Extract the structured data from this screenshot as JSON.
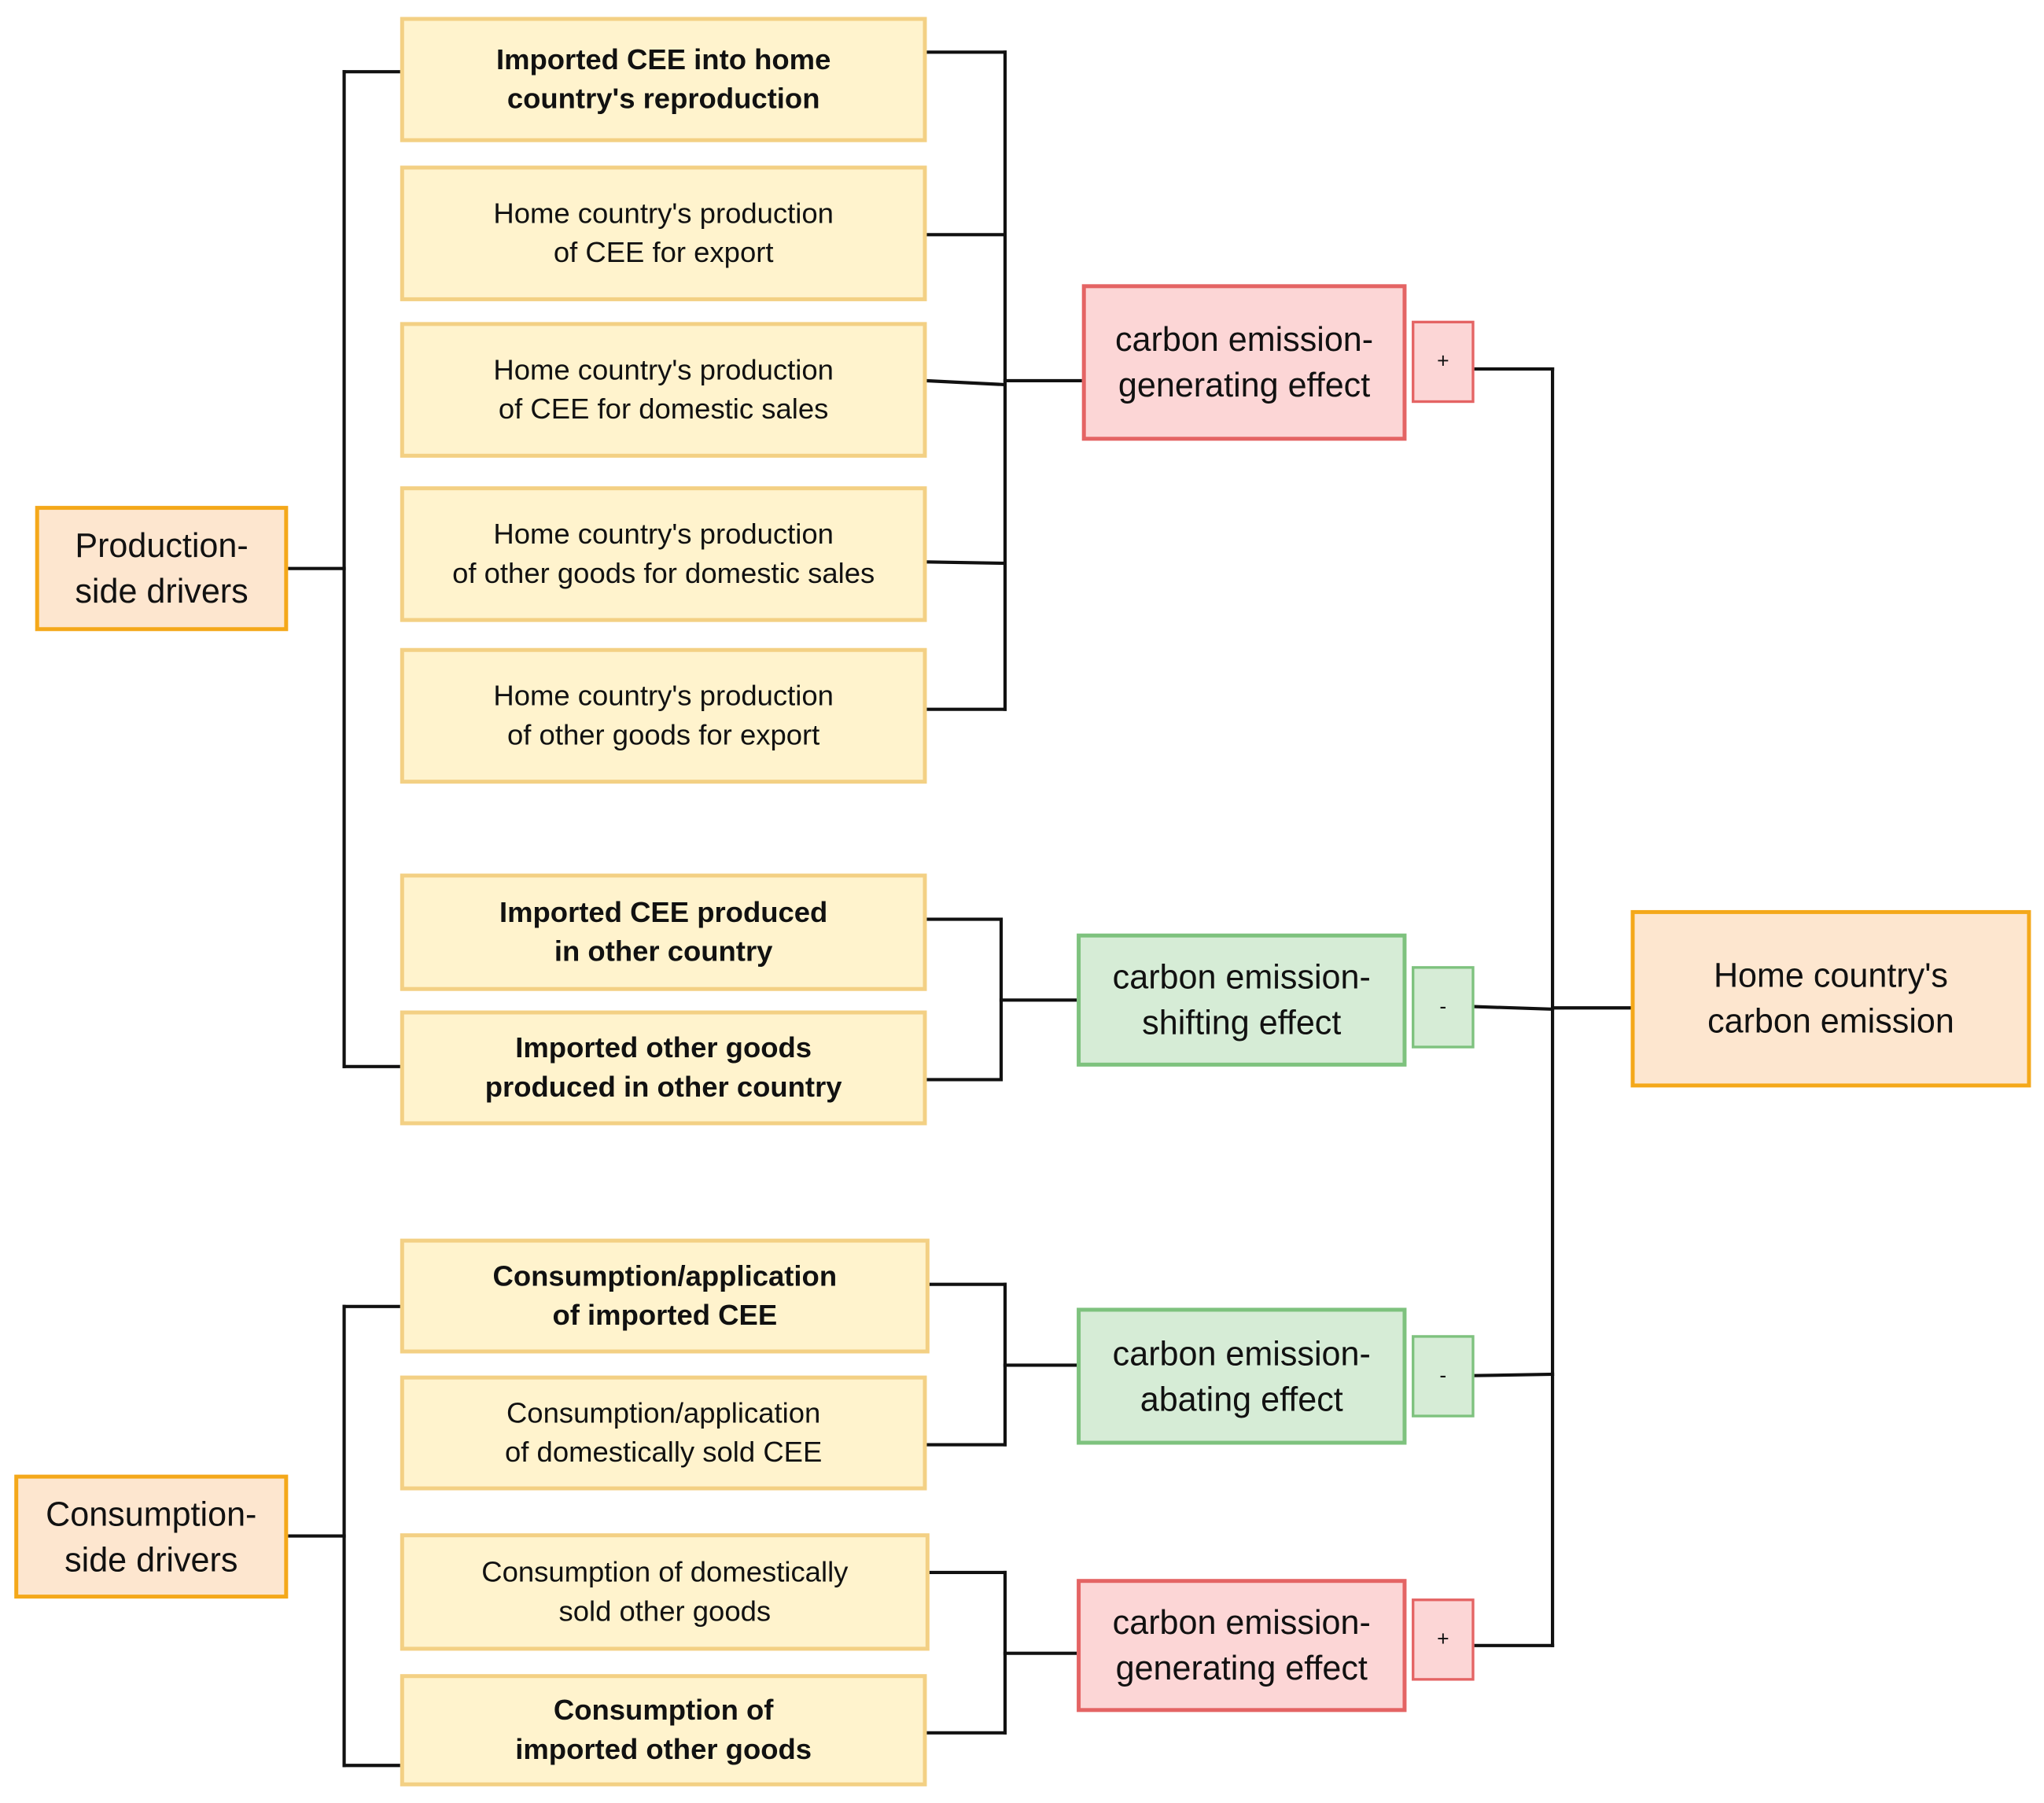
{
  "drivers": {
    "production": "Production-\nside drivers",
    "consumption": "Consumption-\nside drivers"
  },
  "factors": [
    {
      "text": "Imported CEE into home\ncountry's reproduction",
      "bold": true
    },
    {
      "text": "Home country's production\nof CEE for export",
      "bold": false
    },
    {
      "text": "Home country's production\nof CEE for domestic sales",
      "bold": false
    },
    {
      "text": "Home country's production\nof other goods for domestic sales",
      "bold": false
    },
    {
      "text": "Home country's production\nof other goods for export",
      "bold": false
    },
    {
      "text": "Imported CEE produced\nin other country",
      "bold": true
    },
    {
      "text": "Imported other goods\nproduced in other country",
      "bold": true
    },
    {
      "text": "Consumption/application\nof imported CEE",
      "bold": true
    },
    {
      "text": "Consumption/application\nof domestically sold CEE",
      "bold": false
    },
    {
      "text": "Consumption of domestically\nsold other goods",
      "bold": false
    },
    {
      "text": "Consumption of\nimported other goods",
      "bold": true
    }
  ],
  "effects": [
    {
      "text": "carbon emission-\ngenerating effect",
      "sign": "+",
      "color": "#fcd6d6"
    },
    {
      "text": "carbon emission-\nshifting effect",
      "sign": "-",
      "color": "#d6ecd6"
    },
    {
      "text": "carbon emission-\nabating effect",
      "sign": "-",
      "color": "#d6ecd6"
    },
    {
      "text": "carbon emission-\ngenerating effect",
      "sign": "+",
      "color": "#fcd6d6"
    }
  ],
  "outcome": "Home country's\ncarbon emission"
}
